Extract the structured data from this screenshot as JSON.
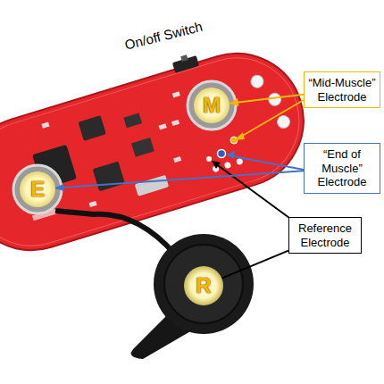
{
  "diagram": {
    "nodes": [
      {
        "text": [
          "“Mid-Muscle” Electrode"
        ]
      },
      {
        "text": [
          "“End of Muscle” Electrode"
        ]
      },
      {
        "text": [
          "Reference Electrode"
        ]
      },
      {
        "text": [
          "M"
        ]
      },
      {
        "text": [
          "E"
        ]
      },
      {
        "text": [
          "R"
        ]
      }
    ],
    "edges": [
      {
        "from": 0,
        "to": 3,
        "arrow": "to"
      },
      {
        "from": 1,
        "to": 4,
        "arrow": "to"
      },
      {
        "from": 2,
        "to": 5,
        "arrow": "none"
      }
    ],
    "labels": [
      "On/off Switch"
    ]
  }
}
